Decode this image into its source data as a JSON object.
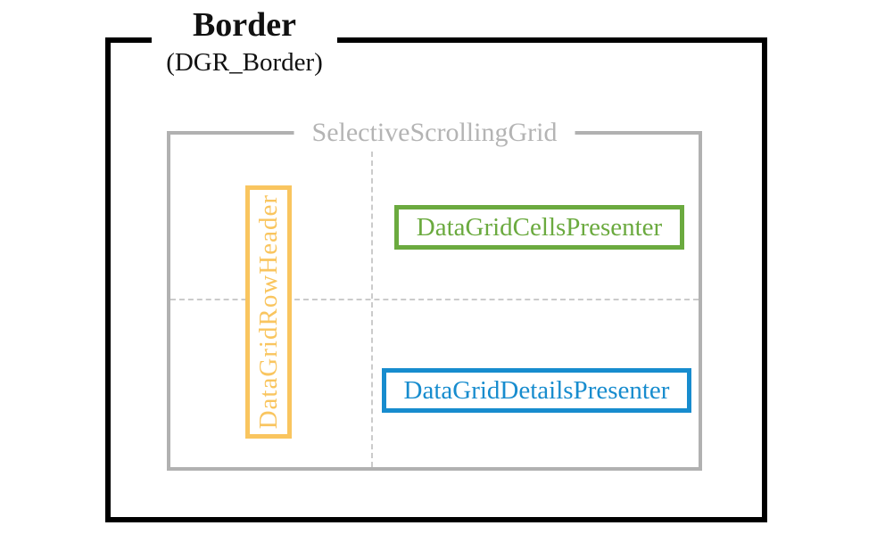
{
  "diagram": {
    "root": {
      "title": "Border",
      "part_name": "(DGR_Border)"
    },
    "grid": {
      "title": "SelectiveScrollingGrid"
    },
    "nodes": {
      "row_header": {
        "label": "DataGridRowHeader",
        "accent": "#F9C55F"
      },
      "cells_presenter": {
        "label": "DataGridCellsPresenter",
        "accent": "#6BAA3F"
      },
      "details_presenter": {
        "label": "DataGridDetailsPresenter",
        "accent": "#178CCE"
      }
    },
    "colors": {
      "root_outline": "#000000",
      "grid_outline": "#B1B1B1",
      "grid_title_text": "#B4B4B4",
      "gridline_dash": "#CBCBCB",
      "title_text": "#111111",
      "background": "#FFFFFF"
    }
  }
}
